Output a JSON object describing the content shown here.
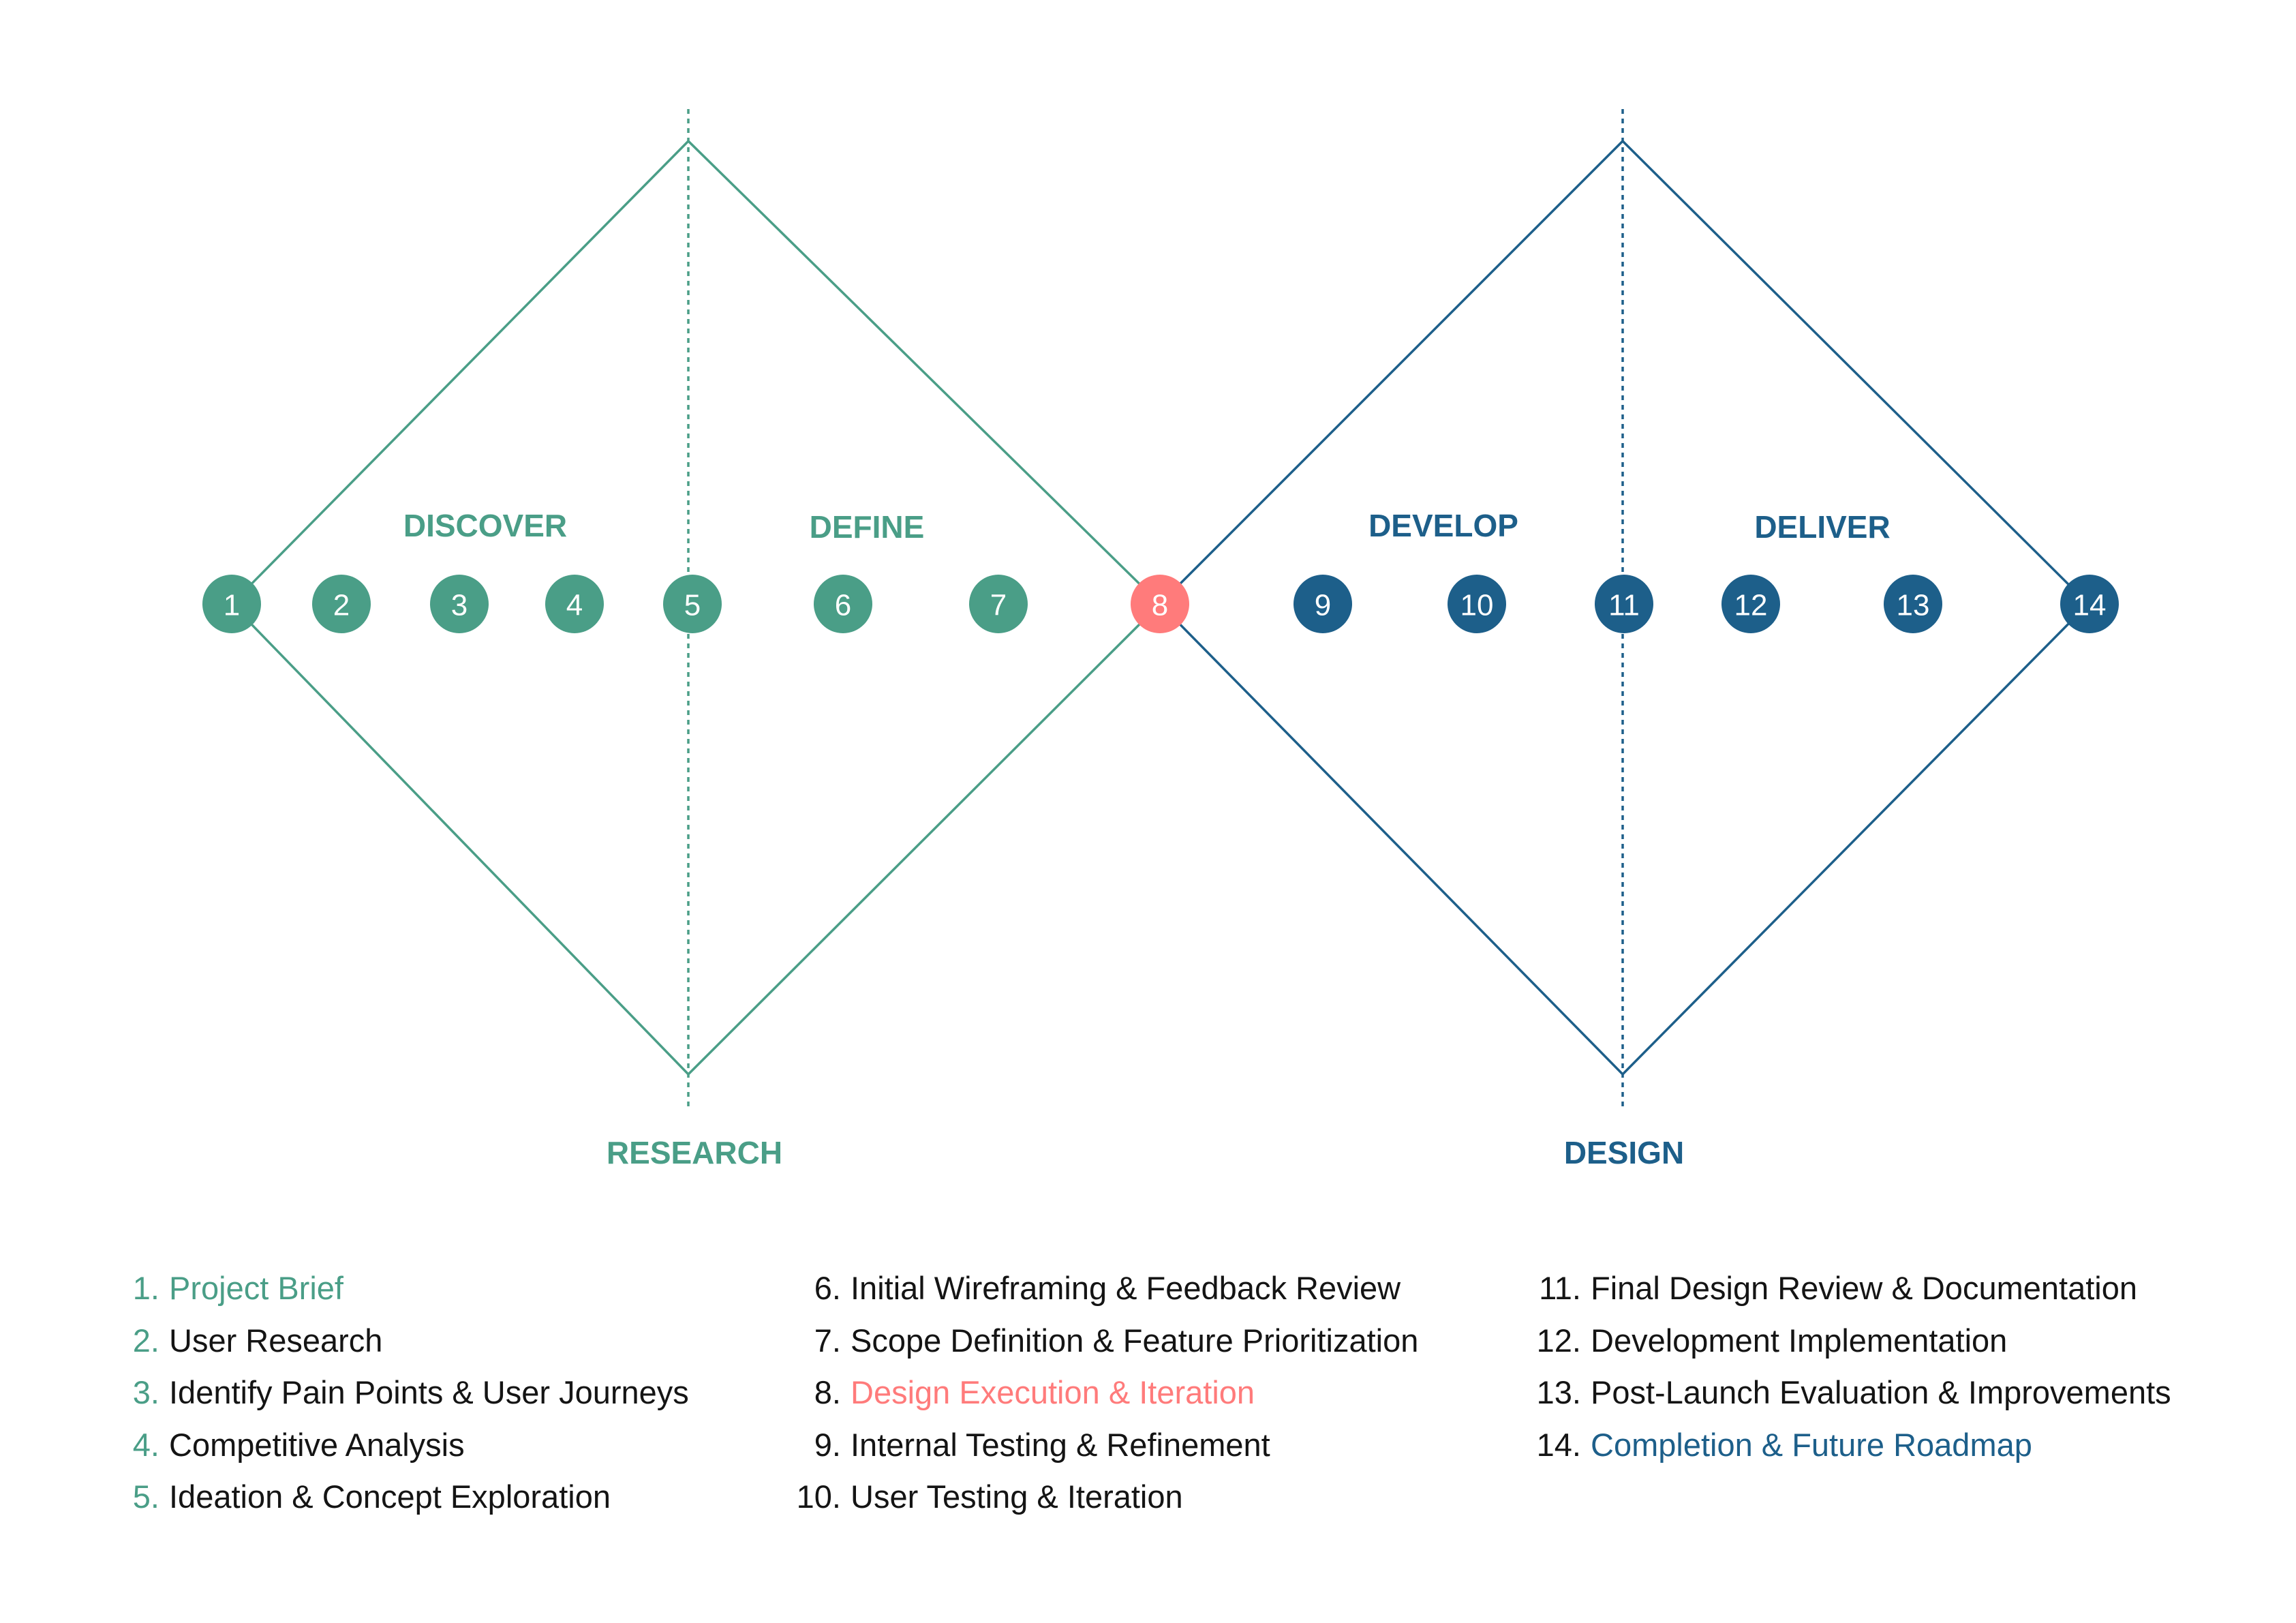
{
  "colors": {
    "research": "#4a9e87",
    "design": "#1d5f8a",
    "highlight": "#ff7b7b",
    "text": "#141414"
  },
  "phases": {
    "discover": "DISCOVER",
    "define": "DEFINE",
    "develop": "DEVELOP",
    "deliver": "DELIVER"
  },
  "sections": {
    "research": "RESEARCH",
    "design": "DESIGN"
  },
  "nodes": [
    {
      "label": "1",
      "group": "research"
    },
    {
      "label": "2",
      "group": "research"
    },
    {
      "label": "3",
      "group": "research"
    },
    {
      "label": "4",
      "group": "research"
    },
    {
      "label": "5",
      "group": "research"
    },
    {
      "label": "6",
      "group": "research"
    },
    {
      "label": "7",
      "group": "research"
    },
    {
      "label": "8",
      "group": "highlight"
    },
    {
      "label": "9",
      "group": "design"
    },
    {
      "label": "10",
      "group": "design"
    },
    {
      "label": "11",
      "group": "design"
    },
    {
      "label": "12",
      "group": "design"
    },
    {
      "label": "13",
      "group": "design"
    },
    {
      "label": "14",
      "group": "design"
    }
  ],
  "legend": {
    "col1": [
      {
        "num": "1.",
        "text": "Project Brief",
        "style": "research-accent"
      },
      {
        "num": "2.",
        "text": "User Research",
        "style": "research"
      },
      {
        "num": "3.",
        "text": "Identify Pain Points & User Journeys",
        "style": "research"
      },
      {
        "num": "4.",
        "text": "Competitive Analysis",
        "style": "research"
      },
      {
        "num": "5.",
        "text": "Ideation & Concept Exploration",
        "style": "research"
      }
    ],
    "col2": [
      {
        "num": "6.",
        "text": "Initial Wireframing & Feedback Review",
        "style": "plain"
      },
      {
        "num": "7.",
        "text": "Scope Definition & Feature Prioritization",
        "style": "plain"
      },
      {
        "num": "8.",
        "text": "Design Execution & Iteration",
        "style": "highlight"
      },
      {
        "num": "9.",
        "text": "Internal Testing & Refinement",
        "style": "plain"
      },
      {
        "num": "10.",
        "text": "User Testing & Iteration",
        "style": "plain"
      }
    ],
    "col3": [
      {
        "num": "11.",
        "text": "Final Design Review & Documentation",
        "style": "plain"
      },
      {
        "num": "12.",
        "text": "Development Implementation",
        "style": "plain"
      },
      {
        "num": "13.",
        "text": "Post-Launch Evaluation & Improvements",
        "style": "plain"
      },
      {
        "num": "14.",
        "text": "Completion & Future Roadmap",
        "style": "design-accent"
      }
    ]
  }
}
